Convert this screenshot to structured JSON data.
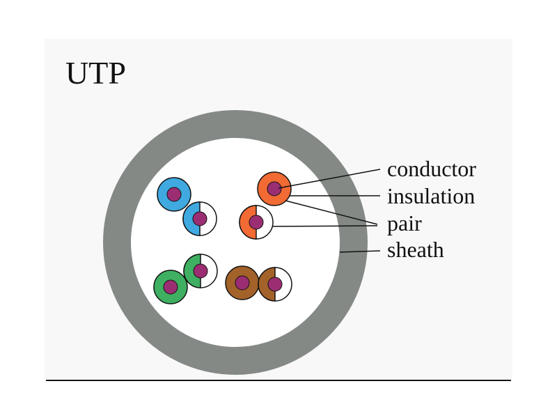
{
  "slide": {
    "title": "UTP"
  },
  "diagram": {
    "labels": {
      "conductor": "conductor",
      "insulation": "insulation",
      "pair": "pair",
      "sheath": "sheath"
    },
    "colors": {
      "sheath": "#848986",
      "conductor": "#9b2e72",
      "blue": "#3fa9e0",
      "orange": "#f26a34",
      "green": "#3fb061",
      "brown": "#a2622a",
      "white": "#ffffff"
    },
    "pairs": [
      {
        "name": "blue pair",
        "color": "blue"
      },
      {
        "name": "orange pair",
        "color": "orange"
      },
      {
        "name": "green pair",
        "color": "green"
      },
      {
        "name": "brown pair",
        "color": "brown"
      }
    ]
  }
}
